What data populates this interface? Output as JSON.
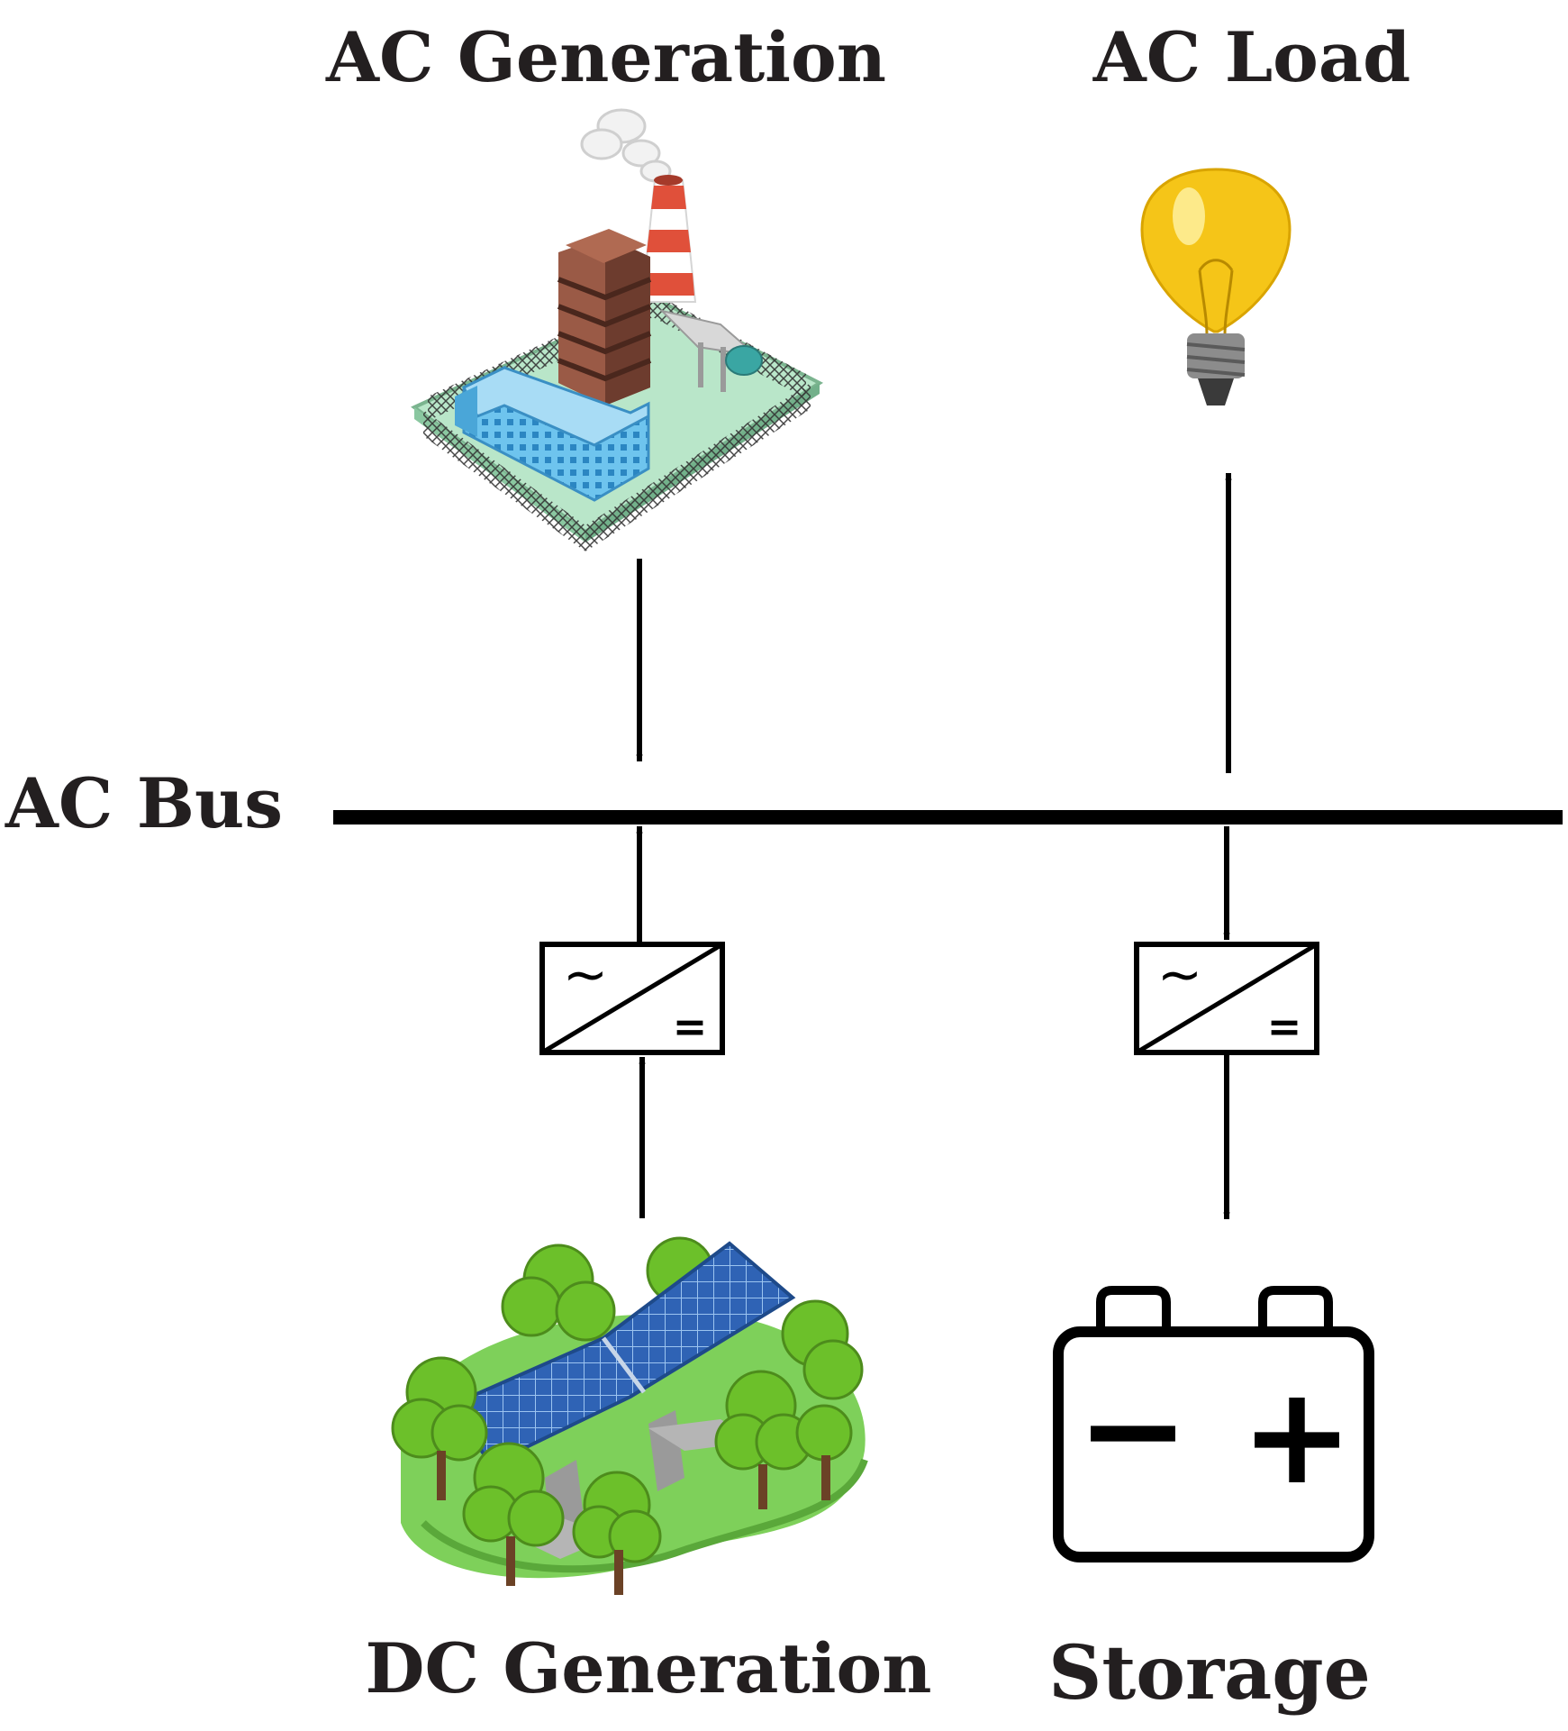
{
  "labels": {
    "ac_generation": "AC Generation",
    "ac_load": "AC Load",
    "ac_bus": "AC Bus",
    "dc_generation": "DC Generation",
    "storage": "Storage"
  },
  "converter_symbols": {
    "ac": "~",
    "dc": "="
  },
  "battery_terminals": {
    "negative": "−",
    "positive": "+"
  },
  "icons": {
    "ac_generation": "power-plant-icon",
    "ac_load": "light-bulb-icon",
    "dc_generation": "solar-farm-icon",
    "storage": "battery-icon",
    "converter": "inverter-icon"
  },
  "colors": {
    "lines": "#000000",
    "bulb": "#f5c518",
    "panels": "#2f63b5",
    "trees": "#6cc02a",
    "plant_building": "#6ec4ee",
    "plant_tower_stripe": "#e0503a"
  }
}
